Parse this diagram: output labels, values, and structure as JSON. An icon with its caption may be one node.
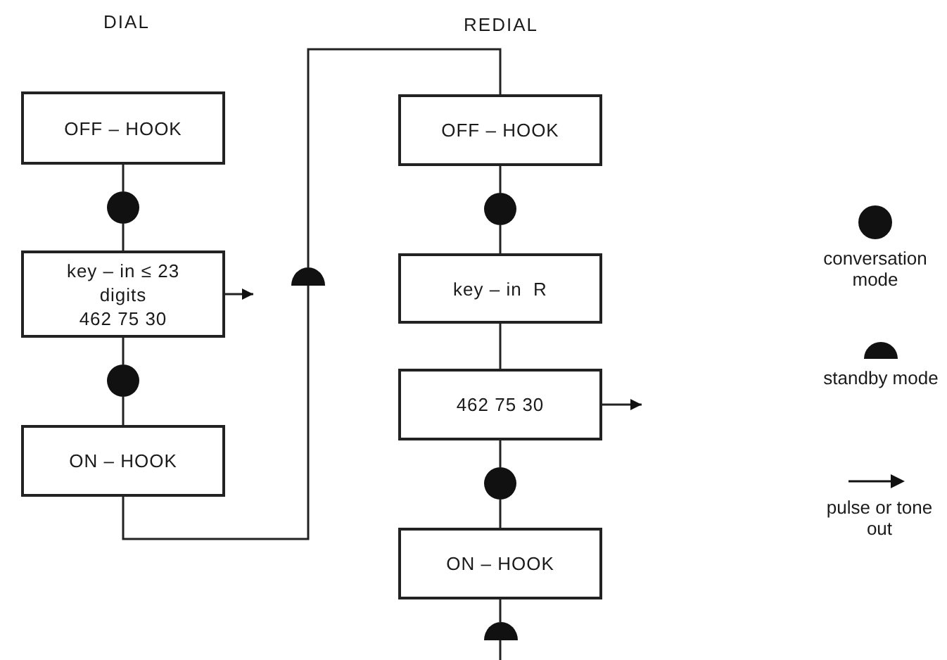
{
  "diagram": {
    "nodes": [
      {
        "text": [
          "OFF – HOOK"
        ]
      },
      {
        "text": [],
        "shape": "circle"
      },
      {
        "text": [
          "key – in ≤ 23 digits",
          "462 75 30"
        ]
      },
      {
        "text": [],
        "shape": "circle"
      },
      {
        "text": [
          "ON – HOOK"
        ]
      },
      {
        "text": [],
        "shape": "semicircle"
      },
      {
        "text": [
          "OFF – HOOK"
        ]
      },
      {
        "text": [],
        "shape": "circle"
      },
      {
        "text": [
          "key – in  R"
        ]
      },
      {
        "text": [
          "462 75 30"
        ]
      },
      {
        "text": [],
        "shape": "circle"
      },
      {
        "text": [
          "ON – HOOK"
        ]
      },
      {
        "text": [],
        "shape": "semicircle"
      }
    ],
    "edges": [
      {
        "from": 0,
        "to": 1,
        "arrow": "none"
      },
      {
        "from": 1,
        "to": 2,
        "arrow": "none"
      },
      {
        "from": 2,
        "to": 3,
        "arrow": "none"
      },
      {
        "from": 3,
        "to": 4,
        "arrow": "none"
      },
      {
        "from": 2,
        "to": null,
        "arrow": "to"
      },
      {
        "from": 4,
        "to": 5,
        "arrow": "none"
      },
      {
        "from": 5,
        "to": 6,
        "arrow": "none"
      },
      {
        "from": 6,
        "to": 7,
        "arrow": "none"
      },
      {
        "from": 7,
        "to": 8,
        "arrow": "none"
      },
      {
        "from": 8,
        "to": 9,
        "arrow": "none"
      },
      {
        "from": 9,
        "to": 10,
        "arrow": "none"
      },
      {
        "from": 10,
        "to": 11,
        "arrow": "none"
      },
      {
        "from": 9,
        "to": null,
        "arrow": "to"
      },
      {
        "from": 11,
        "to": 12,
        "arrow": "none"
      },
      {
        "from": 12,
        "to": null,
        "arrow": "none"
      }
    ],
    "labels": [
      "DIAL",
      "REDIAL"
    ],
    "legend": [
      {
        "text": "conversation mode"
      },
      {
        "text": "standby mode"
      },
      {
        "text": "pulse or tone out"
      }
    ]
  }
}
